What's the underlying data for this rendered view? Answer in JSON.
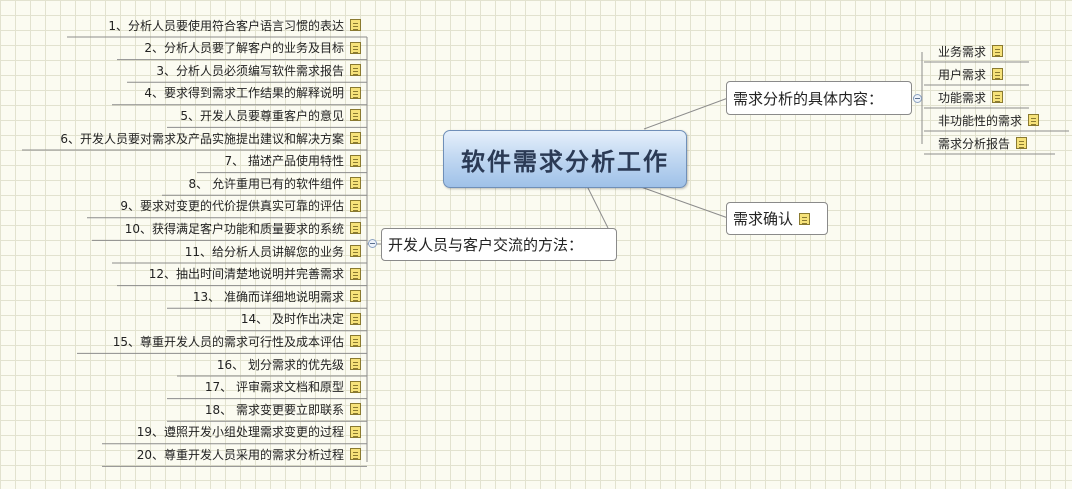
{
  "central_topic": "软件需求分析工作",
  "right_branches": [
    {
      "label": "需求分析的具体内容：",
      "children": [
        "业务需求",
        "用户需求",
        "功能需求",
        "非功能性的需求",
        "需求分析报告"
      ]
    },
    {
      "label": "需求确认",
      "children": []
    }
  ],
  "left_branch": {
    "label": "开发人员与客户交流的方法：",
    "children": [
      "1、分析人员要使用符合客户语言习惯的表达",
      "2、分析人员要了解客户的业务及目标",
      "3、分析人员必须编写软件需求报告",
      "4、要求得到需求工作结果的解释说明",
      "5、开发人员要尊重客户的意见",
      "6、开发人员要对需求及产品实施提出建议和解决方案",
      "7、 描述产品使用特性",
      "8、 允许重用已有的软件组件",
      "9、要求对变更的代价提供真实可靠的评估",
      "10、获得满足客户功能和质量要求的系统",
      "11、给分析人员讲解您的业务",
      "12、抽出时间清楚地说明并完善需求",
      "13、 准确而详细地说明需求",
      "14、 及时作出决定",
      "15、尊重开发人员的需求可行性及成本评估",
      "16、 划分需求的优先级",
      "17、 评审需求文档和原型",
      "18、 需求变更要立即联系",
      "19、遵照开发小组处理需求变更的过程",
      "20、尊重开发人员采用的需求分析过程"
    ]
  },
  "icons": {
    "note_icon": "note-icon",
    "collapse_icon": "collapse-minus-icon"
  },
  "colors": {
    "central_fill": "#b7d1ef",
    "central_border": "#6f8fb8",
    "note_fill": "#f6e27a",
    "grid_background": "#fbfbf1"
  }
}
